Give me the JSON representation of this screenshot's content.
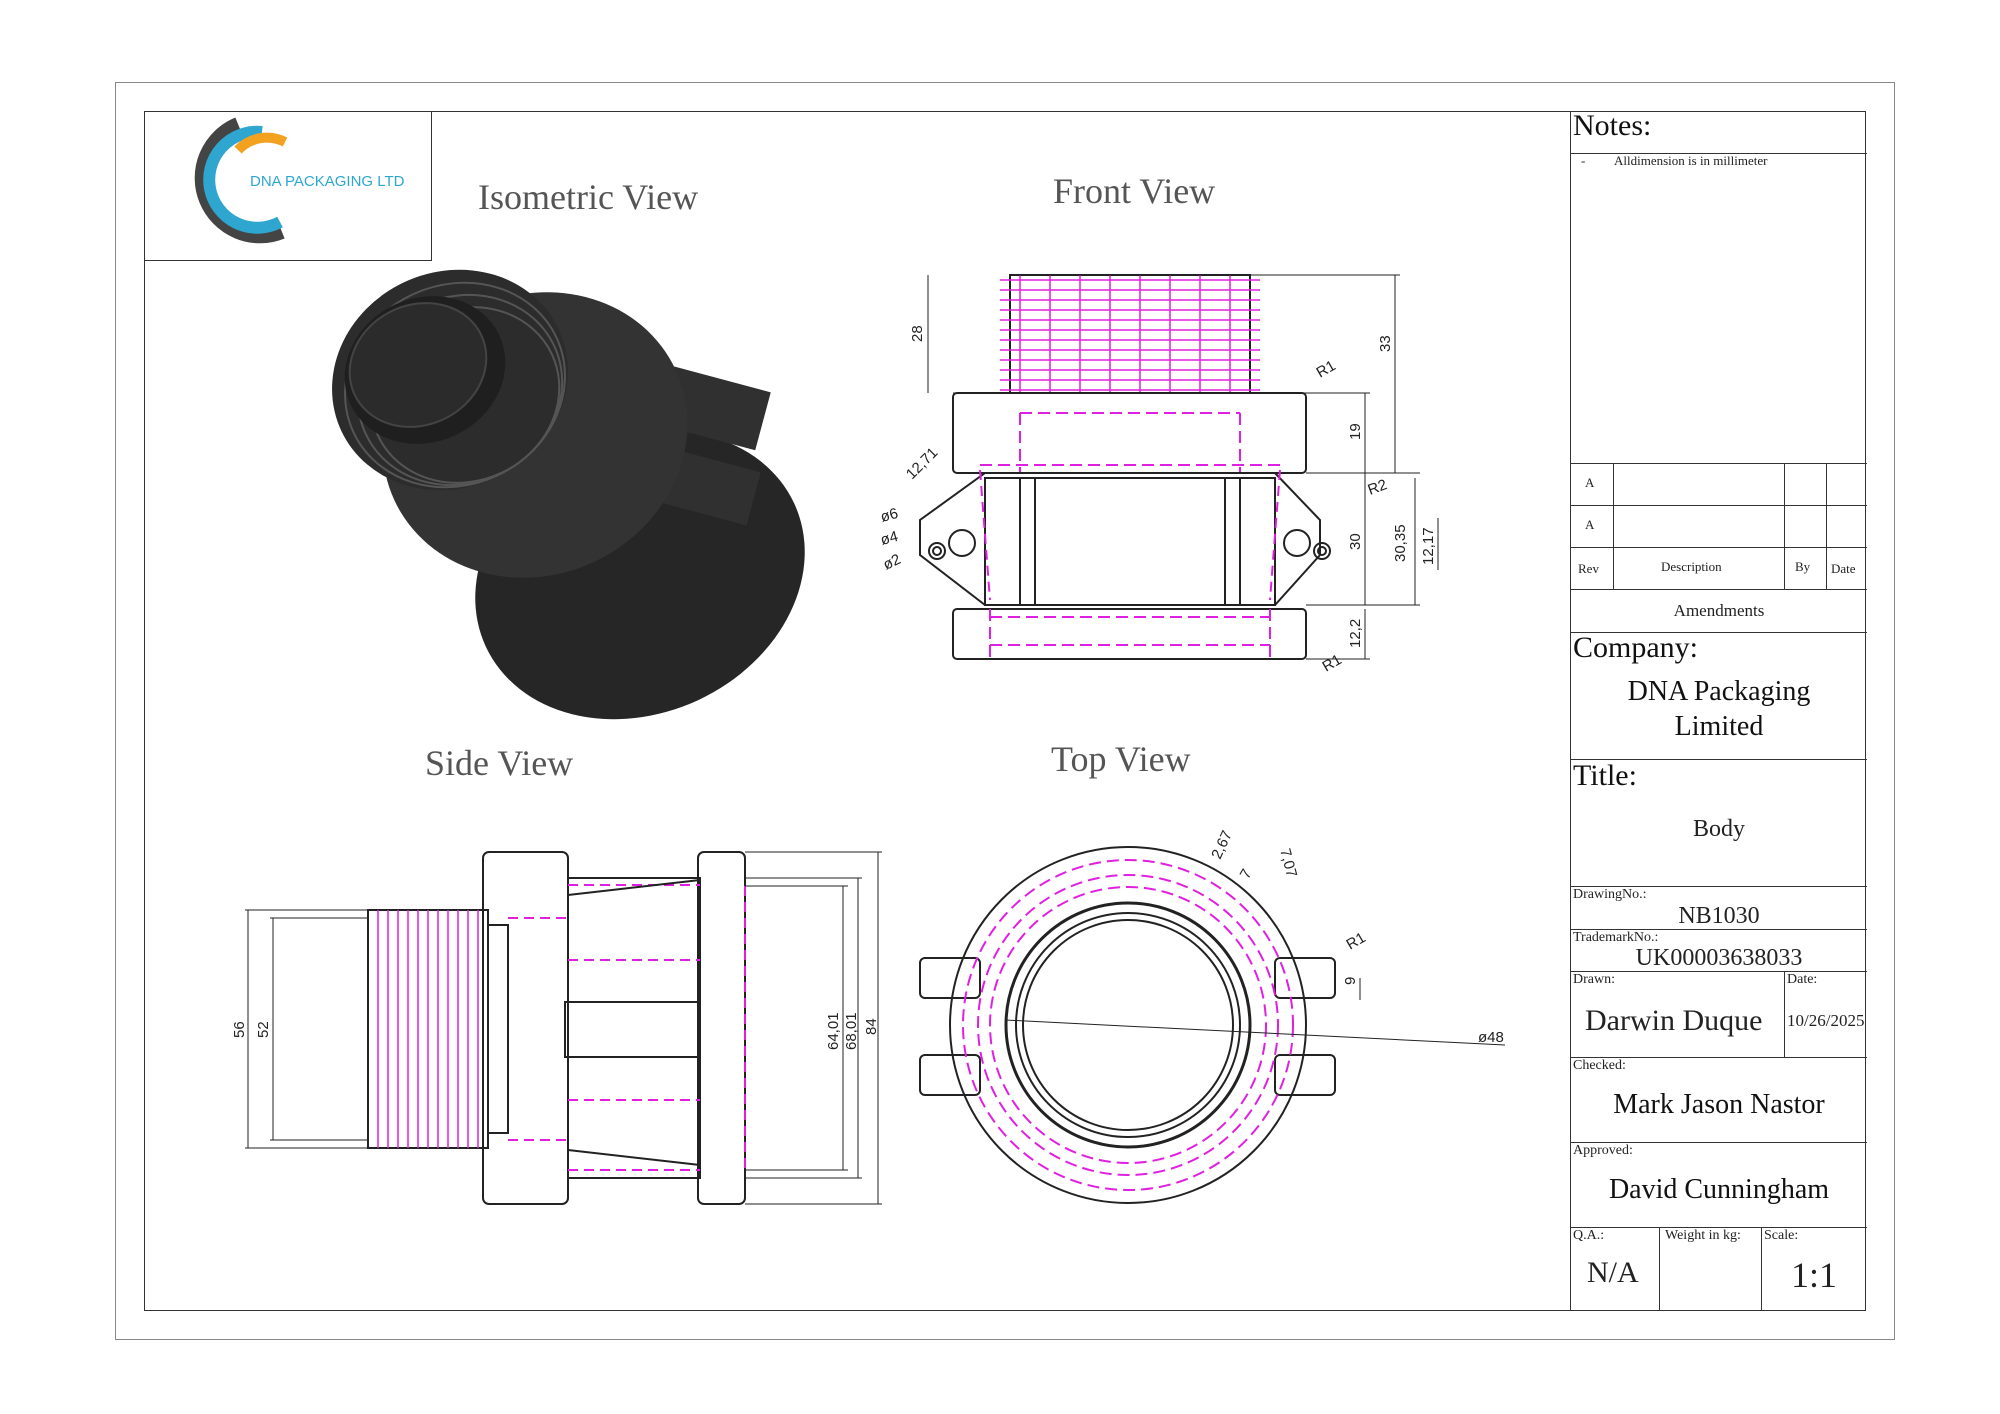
{
  "logo": {
    "company_text": "DNA PACKAGING LTD"
  },
  "views": {
    "isometric": "Isometric View",
    "front": "Front View",
    "side": "Side View",
    "top": "Top View"
  },
  "dimensions": {
    "front": [
      "28",
      "33",
      "R1",
      "19",
      "R2",
      "30",
      "30,35",
      "12,17",
      "12,71",
      "ø6",
      "ø4",
      "ø2",
      "12,2",
      "R1"
    ],
    "side": [
      "56",
      "52",
      "64,01",
      "68,01",
      "84"
    ],
    "top": [
      "2,67",
      "7",
      "7,07",
      "R1",
      "9",
      "ø48"
    ]
  },
  "title_block": {
    "notes_label": "Notes:",
    "note_bullet": "-",
    "note_1": "Alldimension is in millimeter",
    "rev_rows": [
      "A",
      "A"
    ],
    "rev_header": {
      "rev": "Rev",
      "description": "Description",
      "by": "By",
      "date": "Date"
    },
    "amendments": "Amendments",
    "company_label": "Company:",
    "company_line1": "DNA Packaging",
    "company_line2": "Limited",
    "title_label": "Title:",
    "title_value": "Body",
    "drawing_no_label": "DrawingNo.:",
    "drawing_no": "NB1030",
    "trademark_label": "TrademarkNo.:",
    "trademark_no": "UK00003638033",
    "drawn_label": "Drawn:",
    "drawn_by": "Darwin Duque",
    "date_label": "Date:",
    "date_value": "10/26/2025",
    "checked_label": "Checked:",
    "checked_by": "Mark Jason Nastor",
    "approved_label": "Approved:",
    "approved_by": "David Cunningham",
    "qa_label": "Q.A.:",
    "qa_value": "N/A",
    "weight_label": "Weight in kg:",
    "scale_label": "Scale:",
    "scale_value": "1:1"
  },
  "colors": {
    "hidden_lines": "#e020e0",
    "part": "#2a2a2a",
    "logo_blue": "#2ea6cf",
    "logo_orange": "#f2a21f",
    "logo_dark": "#444444"
  }
}
